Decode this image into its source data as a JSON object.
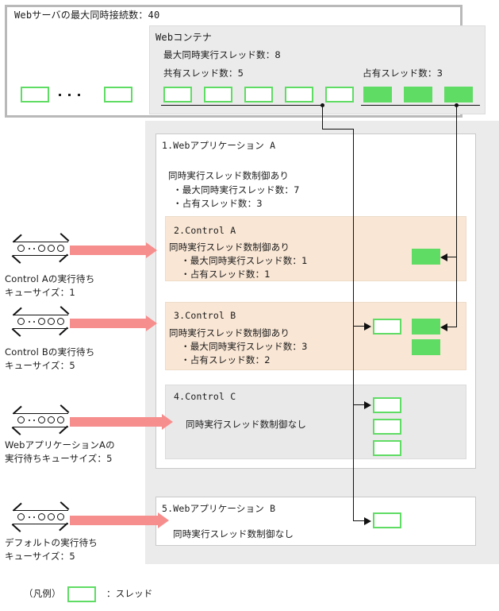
{
  "diagram": {
    "server": {
      "title": "Webサーバの最大同時接続数：40",
      "connection_threads_label": "",
      "ellipsis": "・・・"
    },
    "container": {
      "title": "Webコンテナ",
      "max_threads_label": "最大同時実行スレッド数：8",
      "shared_threads_label": "共有スレッド数：5",
      "dedicated_threads_label": "占有スレッド数：3",
      "shared_count": 5,
      "dedicated_count": 3
    },
    "apps": [
      {
        "index": "1.",
        "title": "1.Webアプリケーション A",
        "title_text": "1.Webアプリケーション A",
        "control_line": "同時実行スレッド数制御あり",
        "bullets": [
          "・最大同時実行スレッド数：7",
          "・占有スレッド数：3"
        ]
      },
      {
        "title_text": "2.Control A",
        "control_line": "同時実行スレッド数制御あり",
        "bullets": [
          "・最大同時実行スレッド数：1",
          "・占有スレッド数：1"
        ],
        "threads": {
          "white": 0,
          "green": 1
        }
      },
      {
        "title_text": "3.Control B",
        "control_line": "同時実行スレッド数制御あり",
        "bullets": [
          "・最大同時実行スレッド数：3",
          "・占有スレッド数：2"
        ],
        "threads": {
          "white": 1,
          "green": 2
        }
      },
      {
        "title_text": "4.Control C",
        "control_line": "同時実行スレッド数制御なし",
        "threads": {
          "white": 3,
          "green": 0
        }
      },
      {
        "title_text": "5.Webアプリケーション B",
        "control_line": "同時実行スレッド数制御なし",
        "threads": {
          "white": 1,
          "green": 0
        }
      }
    ],
    "queues": [
      {
        "line1": "Control Aの実行待ち",
        "line2": "キューサイズ：1"
      },
      {
        "line1": "Control Bの実行待ち",
        "line2": "キューサイズ：5"
      },
      {
        "line1": "WebアプリケーションAの",
        "line2": "実行待ちキューサイズ：5"
      },
      {
        "line1": "デフォルトの実行待ち",
        "line2": "キューサイズ：5"
      }
    ],
    "legend": {
      "prefix": "（凡例）",
      "suffix": "：スレッド"
    },
    "colors": {
      "thread_green": "#5FDC64",
      "arrow_pink": "#F78E8E",
      "panel_peach": "#f9e6d4",
      "panel_gray": "#e9e9e9",
      "container_gray": "#ebebeb",
      "frame_border": "#b9b9b9"
    }
  }
}
